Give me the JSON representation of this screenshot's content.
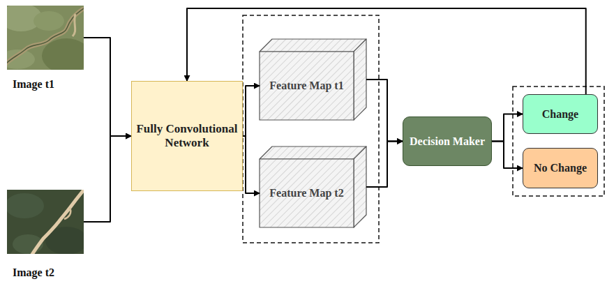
{
  "diagram": {
    "nodes": [
      {
        "text": [
          "Image t1"
        ]
      },
      {
        "text": [
          "Image t2"
        ]
      },
      {
        "text": [
          "Fully Convolutional Network"
        ]
      },
      {
        "text": [
          "Feature Map t1"
        ]
      },
      {
        "text": [
          "Feature Map t2"
        ]
      },
      {
        "text": [
          "Decision Maker"
        ]
      },
      {
        "text": [
          "Change"
        ]
      },
      {
        "text": [
          "No Change"
        ]
      }
    ],
    "edges": [
      {
        "from": 0,
        "to": 2,
        "arrow": "to"
      },
      {
        "from": 1,
        "to": 2,
        "arrow": "to"
      },
      {
        "from": 2,
        "to": 3,
        "arrow": "to"
      },
      {
        "from": 2,
        "to": 4,
        "arrow": "to"
      },
      {
        "from": 3,
        "to": 5,
        "arrow": "to"
      },
      {
        "from": 4,
        "to": 5,
        "arrow": "to"
      },
      {
        "from": 5,
        "to": 6,
        "arrow": "to"
      },
      {
        "from": 5,
        "to": 7,
        "arrow": "to"
      },
      {
        "from": 6,
        "to": 2,
        "arrow": "to"
      }
    ]
  }
}
